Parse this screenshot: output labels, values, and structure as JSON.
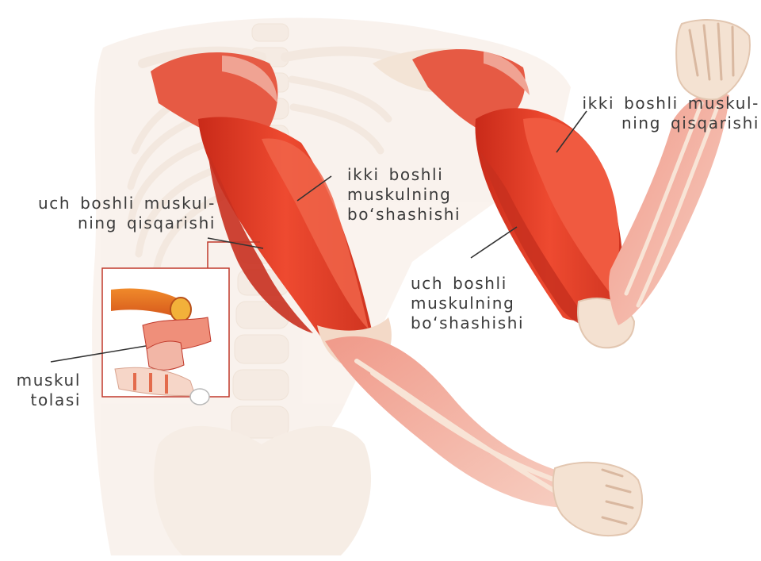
{
  "labels": {
    "biceps_contraction": [
      "ikki boshli muskul-",
      "ning qisqarishi"
    ],
    "biceps_relaxation": [
      "ikki boshli",
      "muskulning",
      "bo‘shashishi"
    ],
    "triceps_contraction": [
      "uch boshli muskul-",
      "ning qisqarishi"
    ],
    "triceps_relaxation": [
      "uch boshli",
      "muskulning",
      "bo‘shashishi"
    ],
    "muscle_fiber": [
      "muskul",
      "tolasi"
    ]
  },
  "colors": {
    "muscle": "#e8432c",
    "muscle_dark": "#b8281a",
    "skeleton": "#f1e3d6",
    "tendon": "#f6e7d8",
    "inset_border": "#c0392b",
    "leader_line": "#333333",
    "text": "#3a3a3a"
  }
}
